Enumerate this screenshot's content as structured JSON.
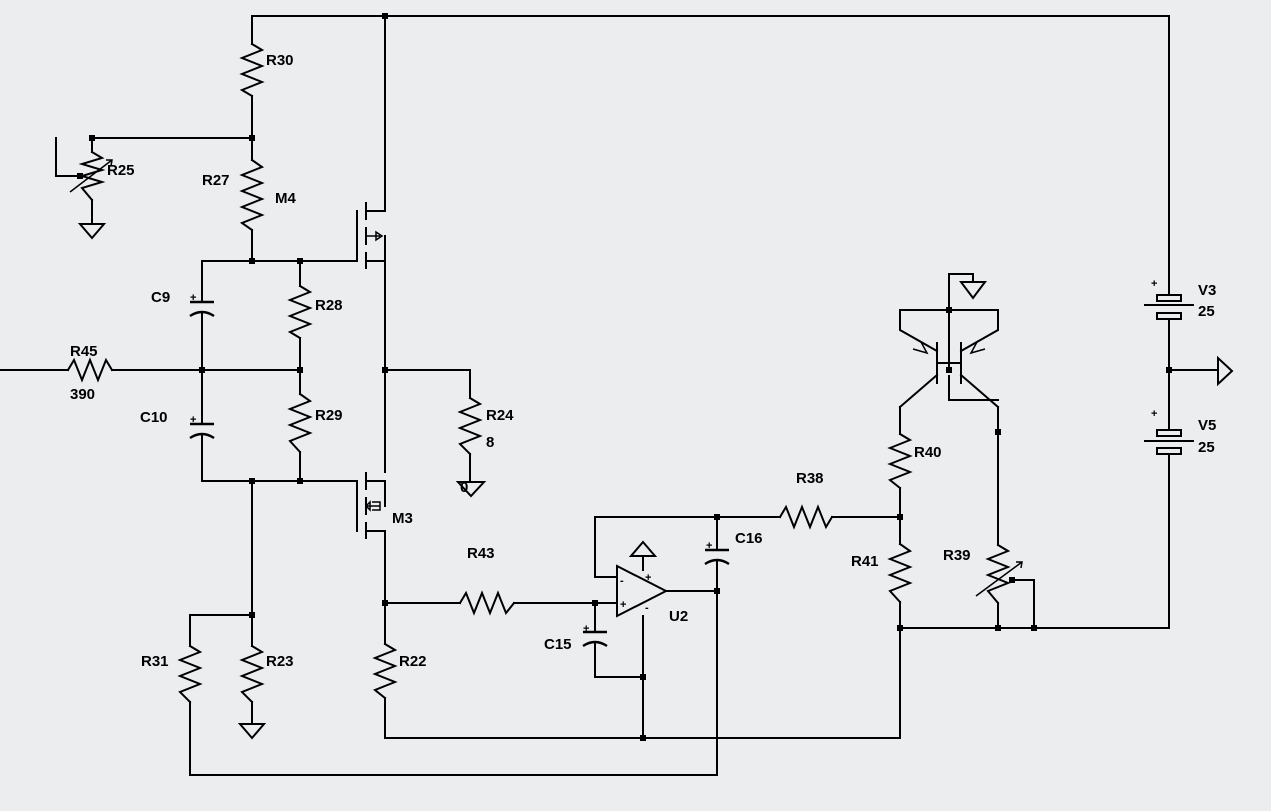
{
  "labels": {
    "r30": "R30",
    "r25": "R25",
    "r27": "R27",
    "m4": "M4",
    "c9": "C9",
    "r28": "R28",
    "r45": "R45",
    "r45_val": "390",
    "c10": "C10",
    "r29": "R29",
    "r24": "R24",
    "r24_val": "8",
    "r24_gnd": "0",
    "m3": "M3",
    "r43": "R43",
    "c16": "C16",
    "r38": "R38",
    "c15": "C15",
    "u2": "U2",
    "r41": "R41",
    "r39": "R39",
    "r40": "R40",
    "r31": "R31",
    "r23": "R23",
    "r22": "R22",
    "v3": "V3",
    "v3_val": "25",
    "v5": "V5",
    "v5_val": "25"
  },
  "symbols": {
    "plus": "+",
    "minus": "-"
  }
}
